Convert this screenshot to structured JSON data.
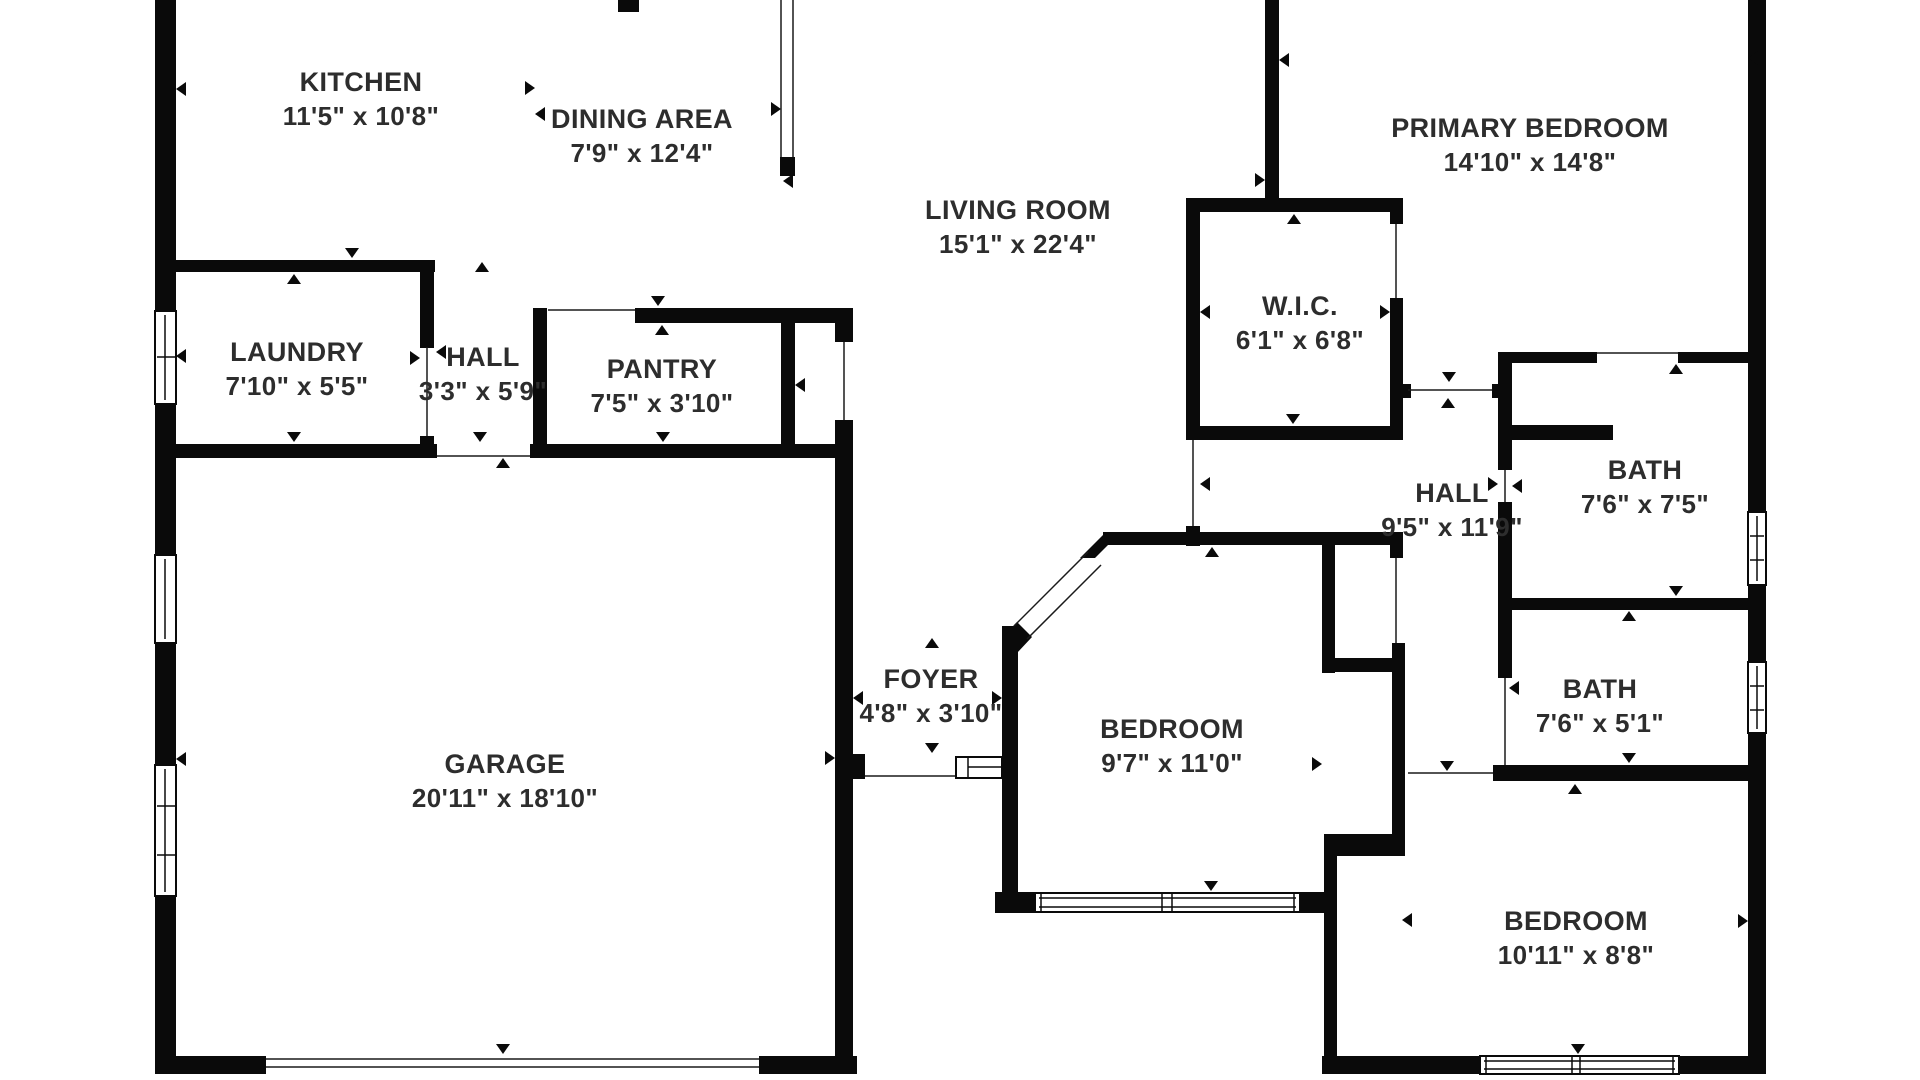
{
  "plan": {
    "type": "floor-plan",
    "background_color": "#ffffff",
    "wall_color": "#0a0a0a",
    "text_color": "#2d2d2d"
  },
  "rooms": [
    {
      "id": "kitchen",
      "name": "KITCHEN",
      "dims": "11'5\" x 10'8\""
    },
    {
      "id": "dining-area",
      "name": "DINING AREA",
      "dims": "7'9\" x 12'4\""
    },
    {
      "id": "living-room",
      "name": "LIVING ROOM",
      "dims": "15'1\" x 22'4\""
    },
    {
      "id": "primary-bedroom",
      "name": "PRIMARY BEDROOM",
      "dims": "14'10\" x 14'8\""
    },
    {
      "id": "wic",
      "name": "W.I.C.",
      "dims": "6'1\" x 6'8\""
    },
    {
      "id": "laundry",
      "name": "LAUNDRY",
      "dims": "7'10\" x 5'5\""
    },
    {
      "id": "hall-small",
      "name": "HALL",
      "dims": "3'3\" x 5'9\""
    },
    {
      "id": "pantry",
      "name": "PANTRY",
      "dims": "7'5\" x 3'10\""
    },
    {
      "id": "bath-primary",
      "name": "BATH",
      "dims": "7'6\" x 7'5\""
    },
    {
      "id": "hall",
      "name": "HALL",
      "dims": "9'5\" x 11'9\""
    },
    {
      "id": "bath",
      "name": "BATH",
      "dims": "7'6\" x 5'1\""
    },
    {
      "id": "foyer",
      "name": "FOYER",
      "dims": "4'8\" x 3'10\""
    },
    {
      "id": "bedroom-front",
      "name": "BEDROOM",
      "dims": "9'7\" x 11'0\""
    },
    {
      "id": "garage",
      "name": "GARAGE",
      "dims": "20'11\" x 18'10\""
    },
    {
      "id": "bedroom-rear",
      "name": "BEDROOM",
      "dims": "10'11\" x 8'8\""
    }
  ]
}
